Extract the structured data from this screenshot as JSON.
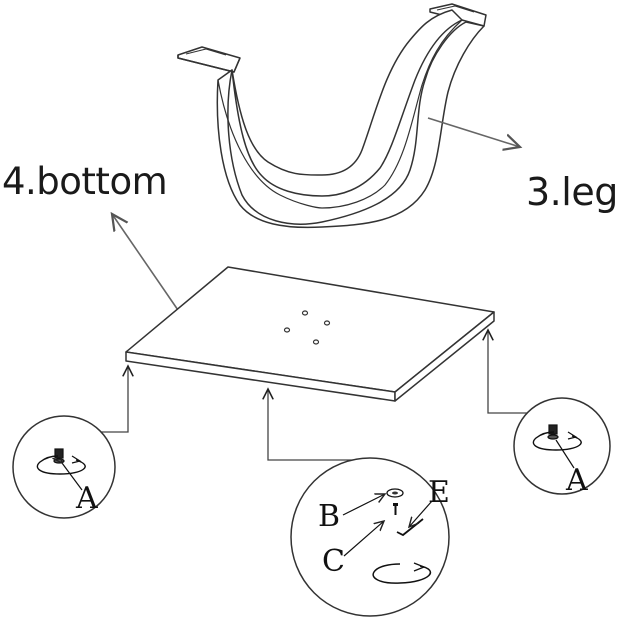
{
  "labels": {
    "bottom": "4.bottom",
    "leg": "3.leg"
  },
  "callouts": {
    "a_left": "A",
    "a_right": "A",
    "b": "B",
    "c": "C",
    "e": "E"
  }
}
